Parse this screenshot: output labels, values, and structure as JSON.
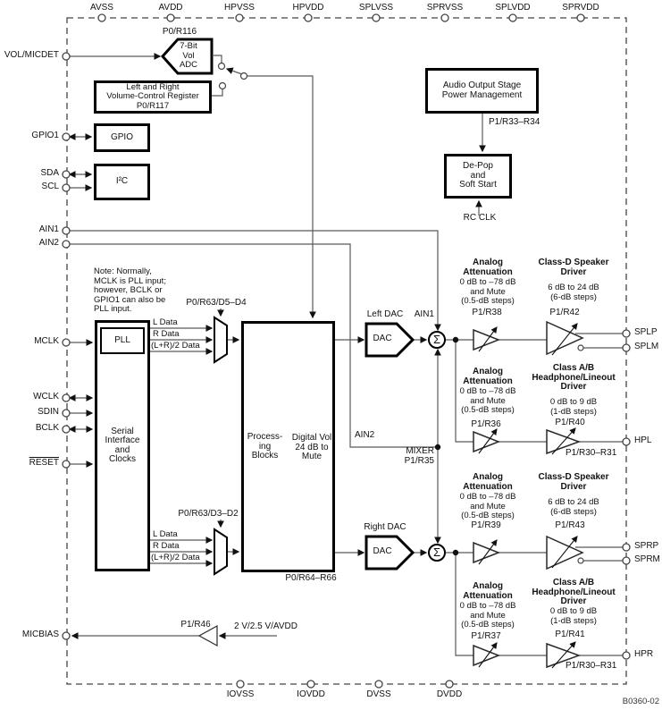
{
  "figure": {
    "code": "B0360-02"
  },
  "power_pins_top": [
    "AVSS",
    "AVDD",
    "HPVSS",
    "HPVDD",
    "SPLVSS",
    "SPRVSS",
    "SPLVDD",
    "SPRVDD"
  ],
  "power_pins_bottom": [
    "IOVSS",
    "IOVDD",
    "DVSS",
    "DVDD"
  ],
  "pins_left": {
    "vol_micdet": "VOL/MICDET",
    "gpio1": "GPIO1",
    "sda": "SDA",
    "scl": "SCL",
    "ain1": "AIN1",
    "ain2": "AIN2",
    "mclk": "MCLK",
    "wclk": "WCLK",
    "sdin": "SDIN",
    "bclk": "BCLK",
    "reset": "RESET",
    "micbias": "MICBIAS"
  },
  "pins_right": {
    "splp": "SPLP",
    "splm": "SPLM",
    "hpl": "HPL",
    "sprp": "SPRP",
    "sprm": "SPRM",
    "hpr": "HPR"
  },
  "blocks": {
    "vol_adc": {
      "reg": "P0/R116",
      "label": "7-Bit\nVol\nADC"
    },
    "vol_register": "Left and Right\nVolume-Control Register\nP0/R117",
    "gpio": "GPIO",
    "i2c": "I²C",
    "pll": "PLL",
    "serial_interface": "Serial\nInterface\nand\nClocks",
    "processing": "Process-\ning\nBlocks",
    "digital_vol": "Digital Vol\n24 dB to\nMute",
    "processing_reg": "P0/R64–R66",
    "audio_output_stage": "Audio Output Stage\nPower Management",
    "depop": "De-Pop\nand\nSoft Start",
    "left_dac": {
      "title": "Left DAC",
      "label": "DAC"
    },
    "right_dac": {
      "title": "Right DAC",
      "label": "DAC"
    },
    "mixer": "MIXER\nP1/R35",
    "sigma": "Σ"
  },
  "note": "Note: Normally,\nMCLK is PLL input;\nhowever, BCLK or\nGPIO1 can also be\nPLL input.",
  "mux": {
    "top_reg": "P0/R63/D5–D4",
    "bottom_reg": "P0/R63/D3–D2",
    "inputs": [
      "L Data",
      "R Data",
      "(L+R)/2 Data"
    ]
  },
  "signals": {
    "ain1": "AIN1",
    "ain2": "AIN2",
    "rc_clk": "RC CLK",
    "depop_reg": "P1/R33–R34",
    "micbias_reg": "P1/R46",
    "micbias_src": "2 V/2.5 V/AVDD",
    "hp_common_reg": "P1/R30–R31"
  },
  "amp_text": {
    "analog_attenuation": {
      "heading": "Analog\nAttenuation",
      "body": "0 dB to –78 dB\nand Mute\n(0.5-dB steps)"
    },
    "class_d": {
      "heading": "Class-D Speaker\nDriver",
      "body": "6 dB to 24 dB\n(6-dB steps)"
    },
    "class_ab": {
      "heading": "Class A/B\nHeadphone/Lineout\nDriver",
      "body": "0 dB to 9 dB\n(1-dB steps)"
    }
  },
  "amp_regs": {
    "r38": "P1/R38",
    "r42": "P1/R42",
    "r36": "P1/R36",
    "r40": "P1/R40",
    "r39": "P1/R39",
    "r43": "P1/R43",
    "r37": "P1/R37",
    "r41": "P1/R41"
  }
}
